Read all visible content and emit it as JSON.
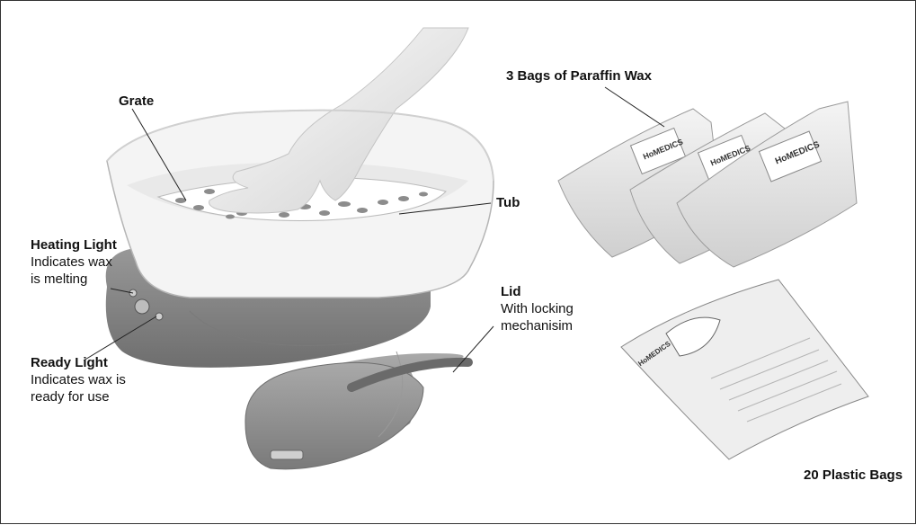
{
  "labels": {
    "grate": "Grate",
    "tub": "Tub",
    "heating_light": {
      "title": "Heating Light",
      "line1": "Indicates wax",
      "line2": "is melting"
    },
    "ready_light": {
      "title": "Ready Light",
      "line1": "Indicates wax is",
      "line2": "ready for use"
    },
    "lid": {
      "title": "Lid",
      "line1": "With locking",
      "line2": "mechanisim"
    },
    "wax_bags": "3 Bags of Paraffin Wax",
    "plastic_bags": "20 Plastic Bags"
  },
  "brand_text": "HoMEDICS",
  "colors": {
    "base": "#8a8a8a",
    "tub": "#f2f2f2",
    "lid": "#909090",
    "wax": "#e6e6e6"
  }
}
